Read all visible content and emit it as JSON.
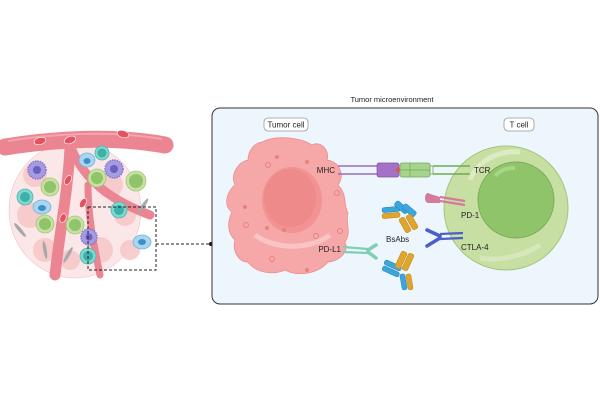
{
  "figure": {
    "panel_title": "Tumor microenvironment",
    "tumor_cell_label": "Tumor cell",
    "t_cell_label": "T cell",
    "labels": {
      "mhc": "MHC",
      "tcr": "TCR",
      "pd1": "PD-1",
      "pdl1": "PD-L1",
      "ctla4": "CTLA-4",
      "bsabs": "BsAbs"
    },
    "colors": {
      "vessel": "#e8737f",
      "tumor_cell": "#f6a8a8",
      "t_cell": "#c5dd9e",
      "t_cell_nucleus": "#8fc46a",
      "panel_bg": "#eef6fd",
      "mhc": "#9b6bbf",
      "tcr": "#7fbf6a",
      "pd1": "#d47a9a",
      "pdl1": "#7fcfb0",
      "ctla4": "#4a5fc9",
      "antibody_blue": "#3aa6de",
      "antibody_gold": "#e0a52a"
    }
  }
}
